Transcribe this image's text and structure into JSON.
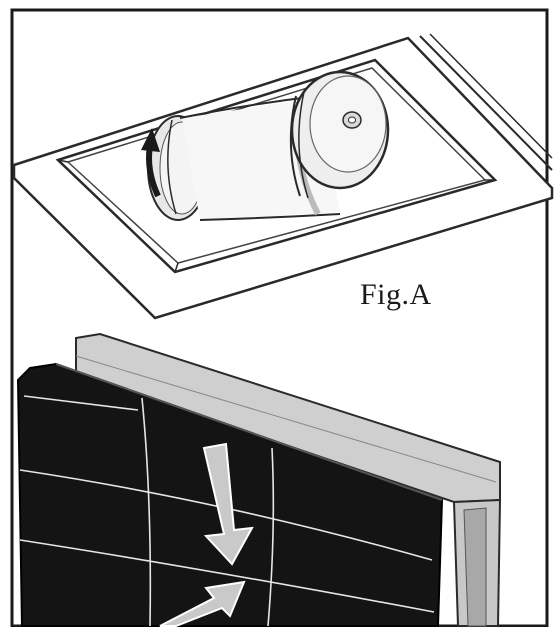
{
  "figure": {
    "label": "Fig.A",
    "parts": [
      {
        "name": "ceiling-cover-panel"
      },
      {
        "name": "cylindrical-filter"
      },
      {
        "name": "rotation-arrow"
      },
      {
        "name": "grease-filter-frame"
      },
      {
        "name": "grease-filter-mesh"
      },
      {
        "name": "insertion-arrow"
      }
    ]
  }
}
